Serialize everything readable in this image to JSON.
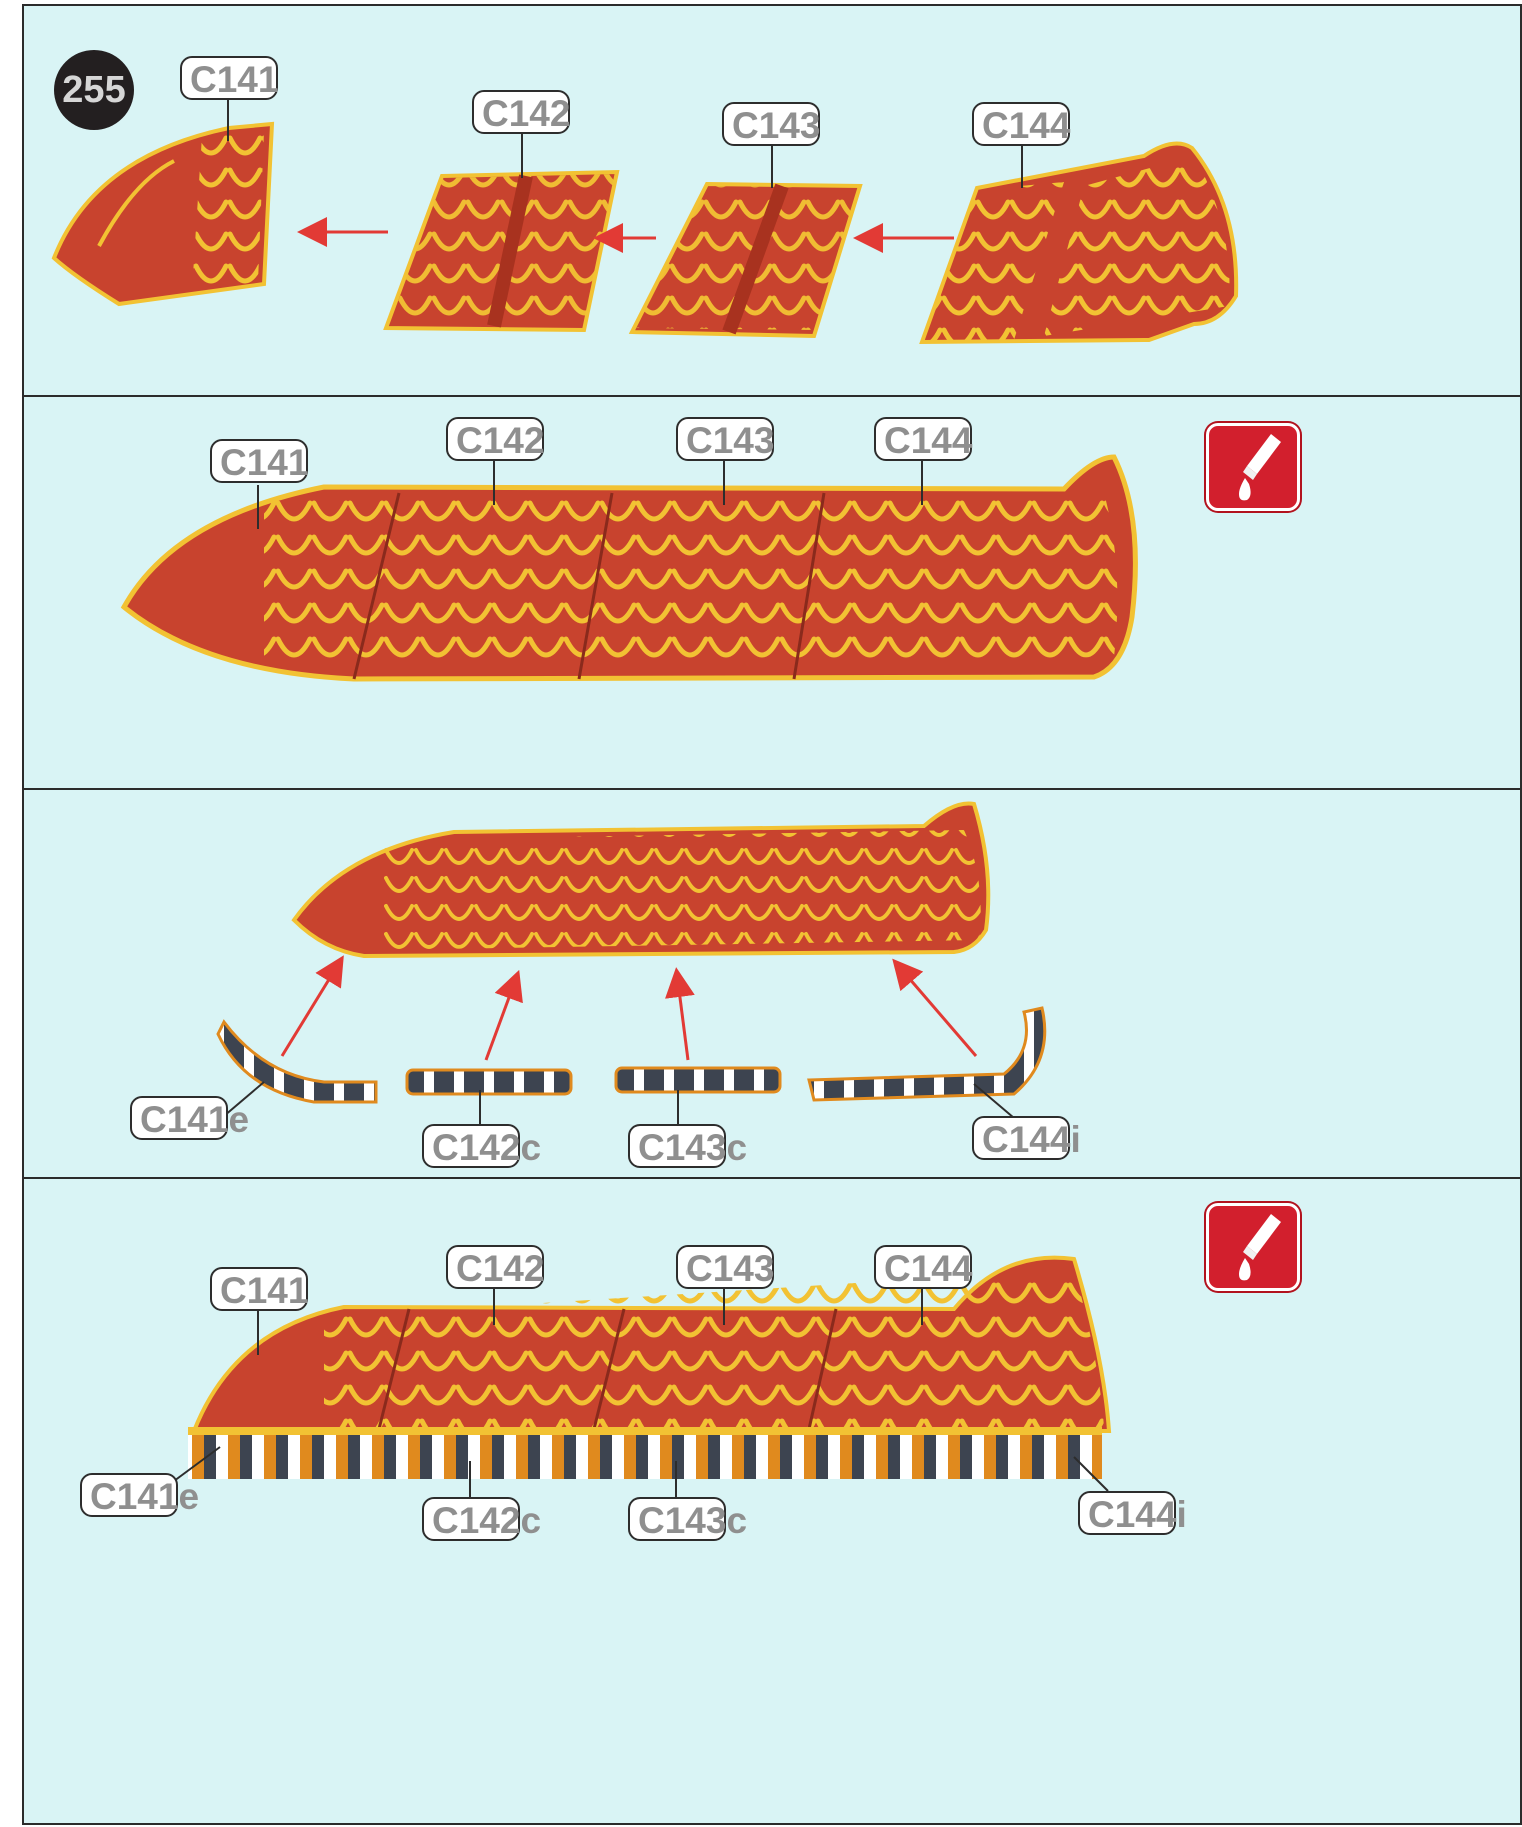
{
  "step_number": "255",
  "glue_icon": "glue-bottle-icon",
  "colors": {
    "panel_background": "#d9f4f5",
    "part_red": "#c8432e",
    "scale_yellow": "#f2c233",
    "arrow_red": "#e23a35",
    "glue_badge_red": "#d21f2d",
    "label_text": "#8f8f8f"
  },
  "panel1": {
    "labels": [
      "C141",
      "C142",
      "C143",
      "C144"
    ]
  },
  "panel2": {
    "labels": [
      "C141",
      "C142",
      "C143",
      "C144"
    ]
  },
  "panel3": {
    "labels": [
      "C141e",
      "C142c",
      "C143c",
      "C144i"
    ]
  },
  "panel4": {
    "top_labels": [
      "C141",
      "C142",
      "C143",
      "C144"
    ],
    "bottom_labels": [
      "C141e",
      "C142c",
      "C143c",
      "C144i"
    ]
  }
}
